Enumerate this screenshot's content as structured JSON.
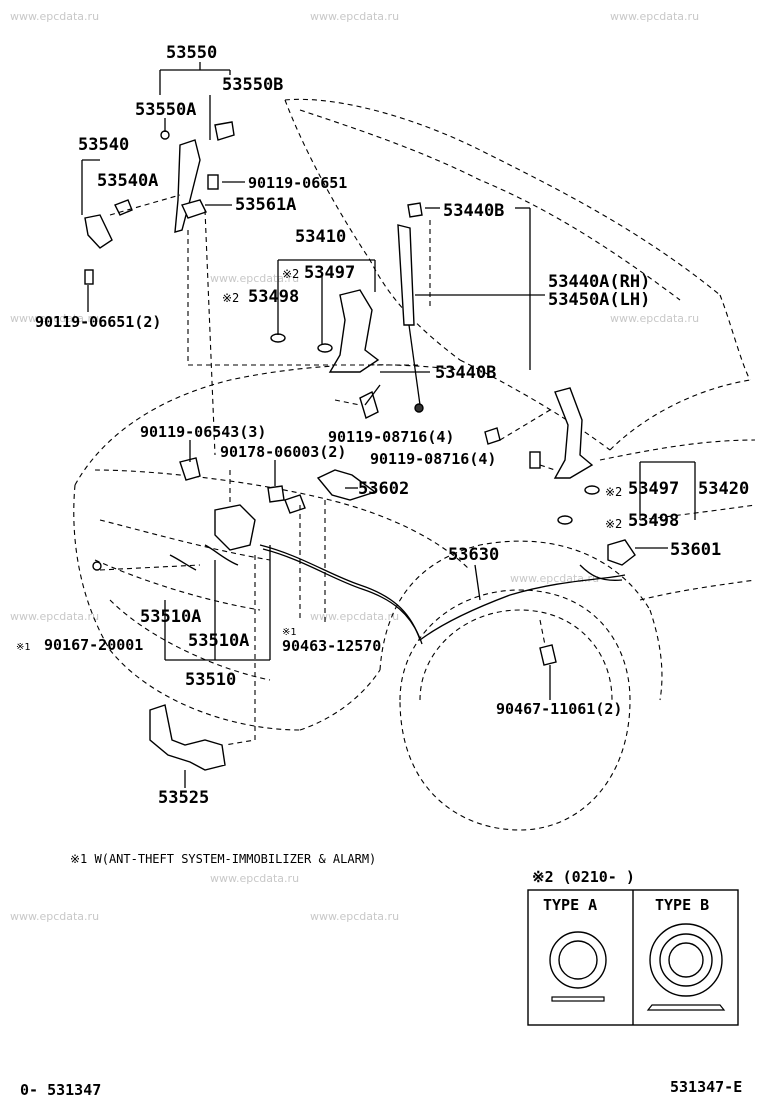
{
  "watermark": "www.epcdata.ru",
  "parts": {
    "p53550": "53550",
    "p53550B": "53550B",
    "p53550A": "53550A",
    "p53540": "53540",
    "p53540A": "53540A",
    "p90119_06651": "90119-06651",
    "p53561A": "53561A",
    "p53440B_top": "53440B",
    "p53410": "53410",
    "p53497_left": "53497",
    "p53498_left": "53498",
    "p53440A": "53440A(RH)",
    "p53450A": "53450A(LH)",
    "p90119_06651_2": "90119-06651(2)",
    "p53440B_mid": "53440B",
    "p90119_06543": "90119-06543(3)",
    "p90119_08716_a": "90119-08716(4)",
    "p90178_06003": "90178-06003(2)",
    "p90119_08716_b": "90119-08716(4)",
    "p53602": "53602",
    "p53497_right": "53497",
    "p53420": "53420",
    "p53498_right": "53498",
    "p53630": "53630",
    "p53601": "53601",
    "p53510A_a": "53510A",
    "p90167_20001": "90167-20001",
    "p53510A_b": "53510A",
    "p90463_12570": "90463-12570",
    "p53510": "53510",
    "p90467_11061": "90467-11061(2)",
    "p53525": "53525"
  },
  "marks": {
    "mark2": "※2",
    "mark1": "※1"
  },
  "footnote": "※1 W(ANT-THEFT SYSTEM-IMMOBILIZER & ALARM)",
  "legend": {
    "title": "※2 (0210-      )",
    "type_a": "TYPE A",
    "type_b": "TYPE B"
  },
  "footer": {
    "left_code": "0- 531347",
    "right_code": "531347-E"
  }
}
